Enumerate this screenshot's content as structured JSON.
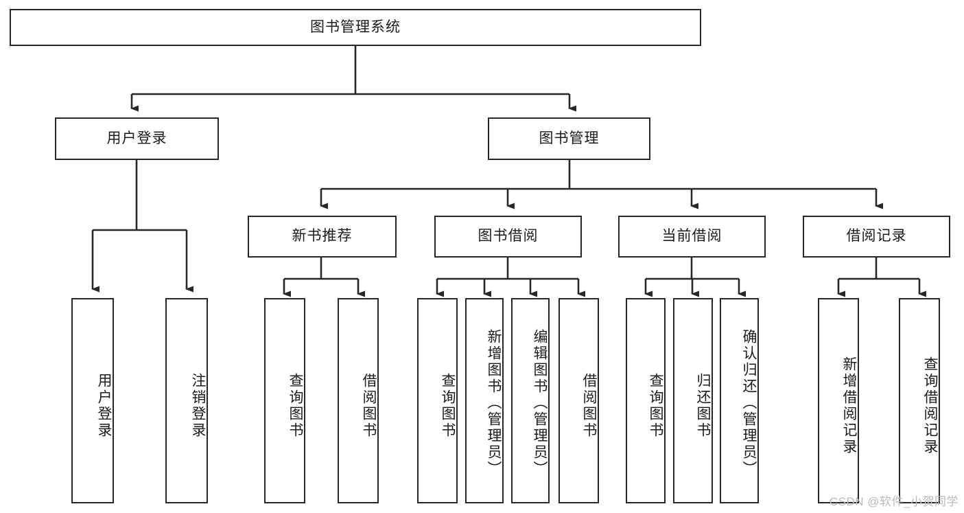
{
  "diagram": {
    "title_node": {
      "label": "图书管理系统"
    },
    "level2": [
      {
        "label": "用户登录"
      },
      {
        "label": "图书管理"
      }
    ],
    "level3": [
      {
        "label": "新书推荐"
      },
      {
        "label": "图书借阅"
      },
      {
        "label": "当前借阅"
      },
      {
        "label": "借阅记录"
      }
    ],
    "leaves": {
      "user_login": [
        {
          "label": "用户登录"
        },
        {
          "label": "注销登录"
        }
      ],
      "new_book": [
        {
          "label": "查询图书"
        },
        {
          "label": "借阅图书"
        }
      ],
      "book_borrow": [
        {
          "label": "查询图书"
        },
        {
          "label": "新增图书（管理员）"
        },
        {
          "label": "编辑图书（管理员）"
        },
        {
          "label": "借阅图书"
        }
      ],
      "current_borrow": [
        {
          "label": "查询图书"
        },
        {
          "label": "归还图书"
        },
        {
          "label": "确认归还（管理员）"
        }
      ],
      "borrow_record": [
        {
          "label": "新增借阅记录"
        },
        {
          "label": "查询借阅记录"
        }
      ]
    }
  },
  "watermark": {
    "text": "CSDN @软件_小贺同学"
  },
  "colors": {
    "stroke": "#272727",
    "text": "#1b1b1b",
    "background": "#ffffff",
    "watermark": "#b9b9b9"
  }
}
